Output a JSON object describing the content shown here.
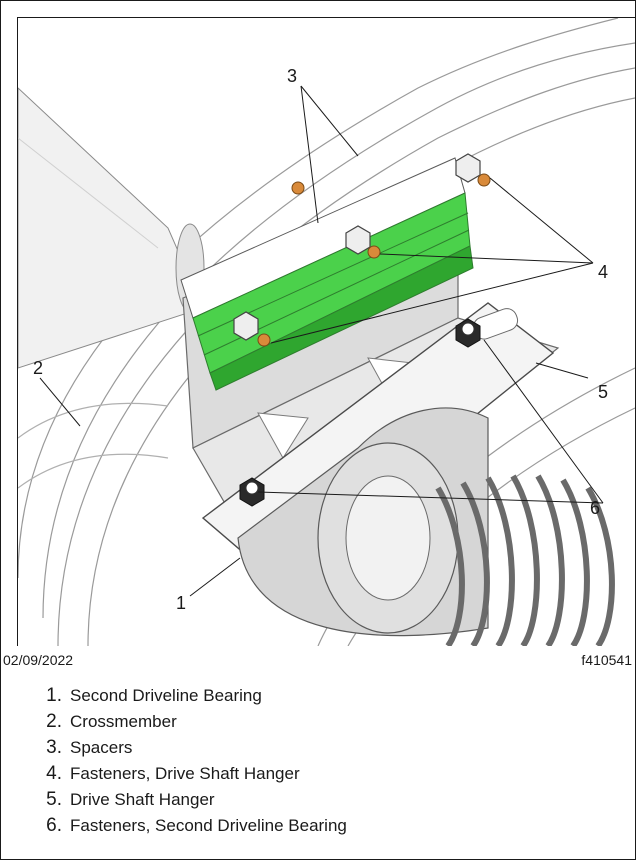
{
  "figure": {
    "date": "02/09/2022",
    "id": "f410541",
    "callouts": [
      "1",
      "2",
      "3",
      "4",
      "5",
      "6"
    ]
  },
  "legend": [
    {
      "num": "1.",
      "label": "Second Driveline Bearing"
    },
    {
      "num": "2.",
      "label": "Crossmember"
    },
    {
      "num": "3.",
      "label": "Spacers"
    },
    {
      "num": "4.",
      "label": "Fasteners, Drive Shaft Hanger"
    },
    {
      "num": "5.",
      "label": "Drive Shaft Hanger"
    },
    {
      "num": "6.",
      "label": "Fasteners, Second Driveline Bearing"
    }
  ],
  "colors": {
    "spacer": "#4bd14b",
    "fastener_highlight": "#d98a3a",
    "line": "#1a1a1a"
  }
}
